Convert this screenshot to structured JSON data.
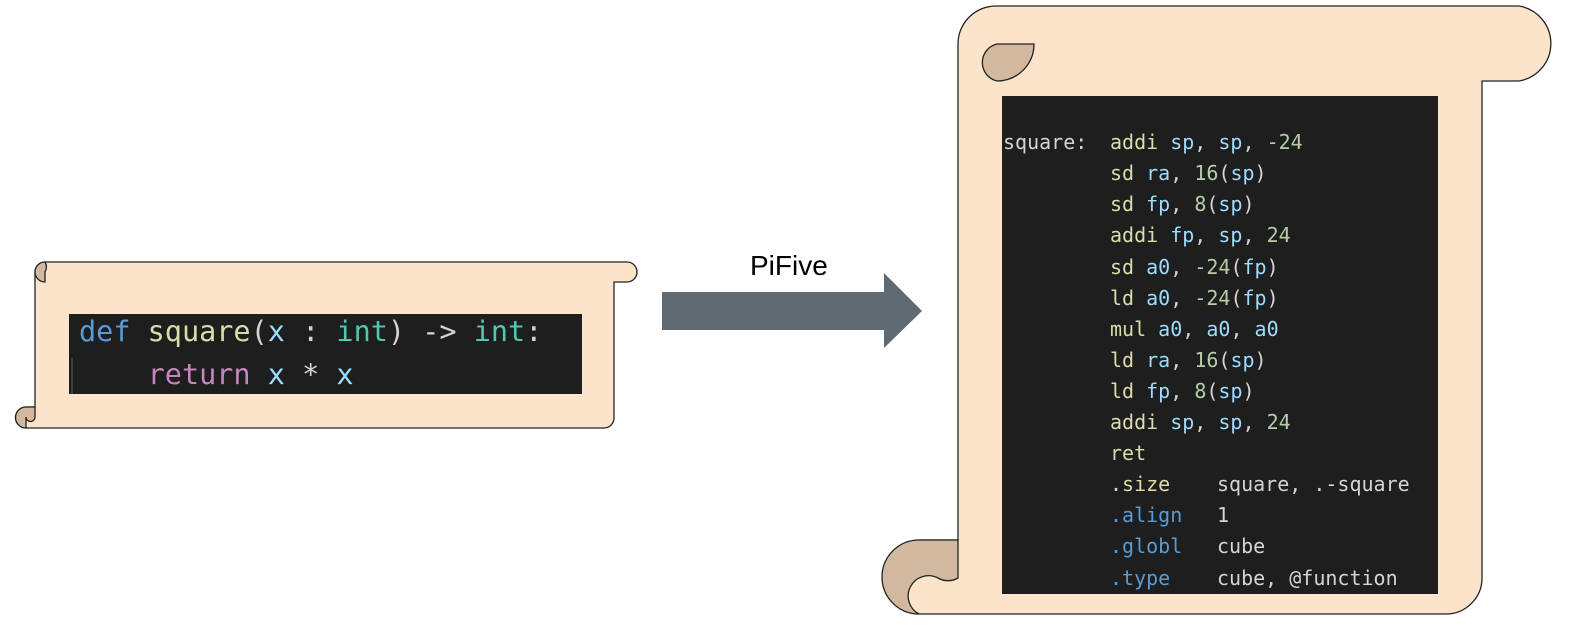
{
  "arrow": {
    "label": "PiFive",
    "color": "#5f6a72"
  },
  "scroll_color": "#fce4cb",
  "scroll_curl_color": "#d3b8a0",
  "python_code": {
    "line1": [
      {
        "text": "def ",
        "cls": "kw"
      },
      {
        "text": "square",
        "cls": "fn"
      },
      {
        "text": "(",
        "cls": "op"
      },
      {
        "text": "x",
        "cls": "id"
      },
      {
        "text": " : ",
        "cls": "op"
      },
      {
        "text": "int",
        "cls": "ty"
      },
      {
        "text": ") -> ",
        "cls": "op"
      },
      {
        "text": "int",
        "cls": "ty"
      },
      {
        "text": ":",
        "cls": "op"
      }
    ],
    "line2": [
      {
        "text": "    ",
        "cls": "op"
      },
      {
        "text": "return",
        "cls": "ctl"
      },
      {
        "text": " ",
        "cls": "op"
      },
      {
        "text": "x",
        "cls": "id"
      },
      {
        "text": " * ",
        "cls": "op"
      },
      {
        "text": "x",
        "cls": "id"
      }
    ]
  },
  "assembly": {
    "label": "square:",
    "lines": [
      {
        "op": "addi",
        "opcls": "asm-op",
        "parts": [
          {
            "text": " sp",
            "cls": "id"
          },
          {
            "text": ", ",
            "cls": "txt"
          },
          {
            "text": "sp",
            "cls": "id"
          },
          {
            "text": ", ",
            "cls": "txt"
          },
          {
            "text": "-24",
            "cls": "num"
          }
        ]
      },
      {
        "op": "sd",
        "opcls": "asm-op",
        "parts": [
          {
            "text": " ra",
            "cls": "id"
          },
          {
            "text": ", ",
            "cls": "txt"
          },
          {
            "text": "16",
            "cls": "num"
          },
          {
            "text": "(",
            "cls": "txt"
          },
          {
            "text": "sp",
            "cls": "id"
          },
          {
            "text": ")",
            "cls": "txt"
          }
        ]
      },
      {
        "op": "sd",
        "opcls": "asm-op",
        "parts": [
          {
            "text": " fp",
            "cls": "id"
          },
          {
            "text": ", ",
            "cls": "txt"
          },
          {
            "text": "8",
            "cls": "num"
          },
          {
            "text": "(",
            "cls": "txt"
          },
          {
            "text": "sp",
            "cls": "id"
          },
          {
            "text": ")",
            "cls": "txt"
          }
        ]
      },
      {
        "op": "addi",
        "opcls": "asm-op",
        "parts": [
          {
            "text": " fp",
            "cls": "id"
          },
          {
            "text": ", ",
            "cls": "txt"
          },
          {
            "text": "sp",
            "cls": "id"
          },
          {
            "text": ", ",
            "cls": "txt"
          },
          {
            "text": "24",
            "cls": "num"
          }
        ]
      },
      {
        "op": "sd",
        "opcls": "asm-op",
        "parts": [
          {
            "text": " a0",
            "cls": "id"
          },
          {
            "text": ", ",
            "cls": "txt"
          },
          {
            "text": "-24",
            "cls": "num"
          },
          {
            "text": "(",
            "cls": "txt"
          },
          {
            "text": "fp",
            "cls": "id"
          },
          {
            "text": ")",
            "cls": "txt"
          }
        ]
      },
      {
        "op": "ld",
        "opcls": "asm-op",
        "parts": [
          {
            "text": " a0",
            "cls": "id"
          },
          {
            "text": ", ",
            "cls": "txt"
          },
          {
            "text": "-24",
            "cls": "num"
          },
          {
            "text": "(",
            "cls": "txt"
          },
          {
            "text": "fp",
            "cls": "id"
          },
          {
            "text": ")",
            "cls": "txt"
          }
        ]
      },
      {
        "op": "mul",
        "opcls": "asm-op",
        "parts": [
          {
            "text": " a0",
            "cls": "id"
          },
          {
            "text": ", ",
            "cls": "txt"
          },
          {
            "text": "a0",
            "cls": "id"
          },
          {
            "text": ", ",
            "cls": "txt"
          },
          {
            "text": "a0",
            "cls": "id"
          }
        ]
      },
      {
        "op": "ld",
        "opcls": "asm-op",
        "parts": [
          {
            "text": " ra",
            "cls": "id"
          },
          {
            "text": ", ",
            "cls": "txt"
          },
          {
            "text": "16",
            "cls": "num"
          },
          {
            "text": "(",
            "cls": "txt"
          },
          {
            "text": "sp",
            "cls": "id"
          },
          {
            "text": ")",
            "cls": "txt"
          }
        ]
      },
      {
        "op": "ld",
        "opcls": "asm-op",
        "parts": [
          {
            "text": " fp",
            "cls": "id"
          },
          {
            "text": ", ",
            "cls": "txt"
          },
          {
            "text": "8",
            "cls": "num"
          },
          {
            "text": "(",
            "cls": "txt"
          },
          {
            "text": "sp",
            "cls": "id"
          },
          {
            "text": ")",
            "cls": "txt"
          }
        ]
      },
      {
        "op": "addi",
        "opcls": "asm-op",
        "parts": [
          {
            "text": " sp",
            "cls": "id"
          },
          {
            "text": ", ",
            "cls": "txt"
          },
          {
            "text": "sp",
            "cls": "id"
          },
          {
            "text": ", ",
            "cls": "txt"
          },
          {
            "text": "24",
            "cls": "num"
          }
        ]
      },
      {
        "op": "ret",
        "opcls": "asm-op",
        "parts": []
      },
      {
        "op": ".size",
        "opcls": "asm-op",
        "arg": "square, .-square"
      },
      {
        "op": ".align",
        "opcls": "dir",
        "arg": "1"
      },
      {
        "op": ".globl",
        "opcls": "dir",
        "arg": "cube"
      },
      {
        "op": ".type",
        "opcls": "dir",
        "arg": "cube, @function"
      }
    ]
  }
}
